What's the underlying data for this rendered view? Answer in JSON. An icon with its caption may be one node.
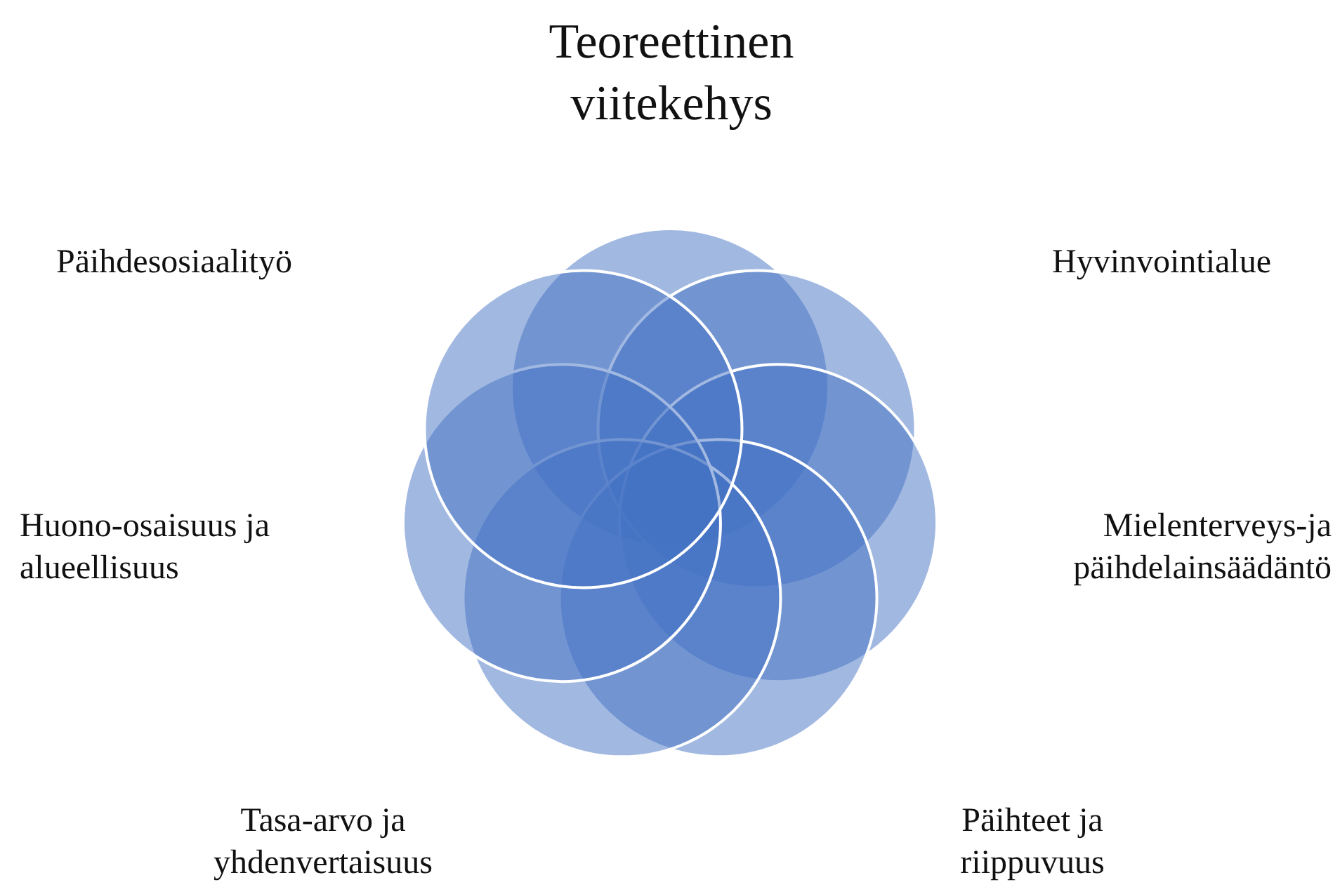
{
  "diagram": {
    "title": "Teoreettinen viitekehys",
    "labels": [
      "Päihdesosiaalityö",
      "Hyvinvointialue",
      "Huono-osaisuus ja alueellisuus",
      "Mielenterveys-ja päihdelainsäädäntö",
      "Tasa-arvo ja yhdenvertaisuus",
      "Päihteet ja riippuvuus"
    ]
  }
}
